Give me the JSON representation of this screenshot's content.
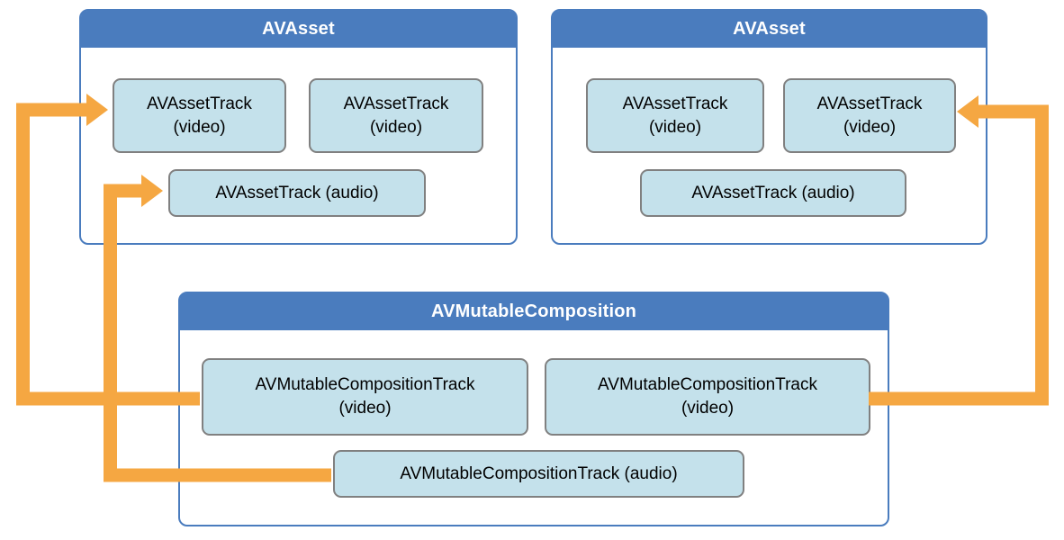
{
  "diagram": {
    "boxes": [
      {
        "id": "asset-left",
        "title": "AVAsset",
        "tracks": [
          {
            "label": "AVAssetTrack",
            "sublabel": "(video)"
          },
          {
            "label": "AVAssetTrack",
            "sublabel": "(video)"
          },
          {
            "label": "AVAssetTrack (audio)"
          }
        ]
      },
      {
        "id": "asset-right",
        "title": "AVAsset",
        "tracks": [
          {
            "label": "AVAssetTrack",
            "sublabel": "(video)"
          },
          {
            "label": "AVAssetTrack",
            "sublabel": "(video)"
          },
          {
            "label": "AVAssetTrack (audio)"
          }
        ]
      },
      {
        "id": "composition",
        "title": "AVMutableComposition",
        "tracks": [
          {
            "label": "AVMutableCompositionTrack",
            "sublabel": "(video)"
          },
          {
            "label": "AVMutableCompositionTrack",
            "sublabel": "(video)"
          },
          {
            "label": "AVMutableCompositionTrack (audio)"
          }
        ]
      }
    ],
    "connections": [
      {
        "from": "composition / AVMutableCompositionTrack (video) [left]",
        "to": "asset-left / AVAssetTrack (video) [first]"
      },
      {
        "from": "composition / AVMutableCompositionTrack (audio)",
        "to": "asset-left / AVAssetTrack (audio)"
      },
      {
        "from": "composition / AVMutableCompositionTrack (video) [right]",
        "to": "asset-right / AVAssetTrack (video) [second]"
      }
    ],
    "colors": {
      "header_blue": "#4A7CBE",
      "box_border_blue": "#4A7CBE",
      "track_fill": "#C4E1EB",
      "track_border": "#808080",
      "arrow_orange": "#F5A742",
      "header_text": "#FFFFFF",
      "track_text": "#000000",
      "background": "#FFFFFF"
    }
  }
}
